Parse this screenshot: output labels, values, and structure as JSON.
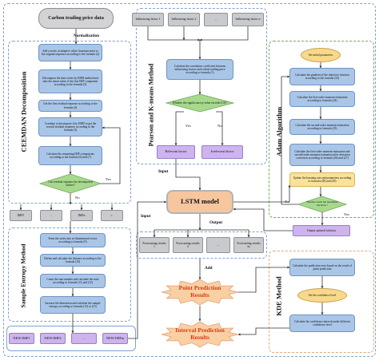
{
  "start": "Carbon trading price data",
  "normalization": "Normalization",
  "ceemdan": {
    "title": "CEEMDAN Decomposition",
    "steps": [
      "Add a series of adaptive white Gaussian noise to the original sequence according to the formula (2)",
      "Decompose the time series by EMD method and take the mean value of the first IMF component according to the formula (3)",
      "Get the first residual sequence according to the formula (4)",
      "Continue to decompose it by EMD to get the second residual sequence according to the formula (5)",
      "Calculate the remaining IMF components according to the formula (6) and (7)"
    ],
    "decision": "Can residual sequence be decomposed further?",
    "yes": "Yes",
    "no": "No"
  },
  "imfs": [
    "IMF1",
    "...",
    "IMFn",
    "r"
  ],
  "sample_entropy": {
    "title": "Sample Entropy Method",
    "steps": [
      "Form the series into m-dimensional vector according to formula (9)",
      "Define and calculate the distance according to the formula (10)",
      "Count the sum number and calculate the ratio according to formula (11) and (12)",
      "Increase the dimension and calculate the sample entropy according to formula (13) to (15)"
    ]
  },
  "new_imfs": [
    "NEW-IMF1",
    "NEW-IMF2",
    "...",
    "NEW-IMFm"
  ],
  "influencing": [
    "Influencing factor 1",
    "Influencing factor 2",
    "...",
    "Influencing factor n"
  ],
  "pearson": {
    "title": "Pearson and K-means Method",
    "step": "Calculate the correlation coefficient between influencing factors and carbon trading price according to formula (1)",
    "decision": "Whether the significance p-value exceeds 0.01?",
    "yes": "Yes",
    "no": "No",
    "relevant": "Relevant factor",
    "irrelevant": "Irrelevant factor"
  },
  "input_top": "Input",
  "input_left": "Input",
  "output": "Output",
  "lstm": "LSTM model",
  "results": [
    "Forecasting results 1",
    "Forecasting results 2",
    "...",
    "Forecasting results m"
  ],
  "add": "Add",
  "point": "Point Prediction Results",
  "interval": "Interval Prediction Results",
  "adam": {
    "title": "Adam Algorithm",
    "init": "Set initial parameters",
    "steps": [
      "Calculate the gradient of the objective function according to the formula (23)",
      "Calculate the first-order moment estimation according to formula (24)",
      "Calculate the second-order moment estimation according to formula (25)",
      "Calculate the first-order moment estimation and second-order moment estimation after deviation correction according to formula (26) and (27)",
      "Update the learning rate and parameters according to formula (28) and (29)"
    ],
    "decision": "Whether reach the maximum iteration ?",
    "yes": "Yes",
    "no": "No",
    "output": "Output optimal solution"
  },
  "kde": {
    "title": "KDE Method",
    "steps": [
      "Calculate the prediction error based on the result of point prediction",
      "Set the confidence level",
      "Calculate the confidence interval under different confidence level"
    ]
  },
  "colors": {
    "blue_box": "#a9c6e8",
    "green_diamond": "#a7d98d",
    "purple": "#cdb4ee",
    "yellow": "#fbe29a",
    "lstm": "#f6c69f",
    "star": "#f9cfa4",
    "star_text": "#d93a12",
    "green_frame": "#6ab04c",
    "blue_frame": "#7ea1d2",
    "orange_frame": "#e7a872"
  }
}
